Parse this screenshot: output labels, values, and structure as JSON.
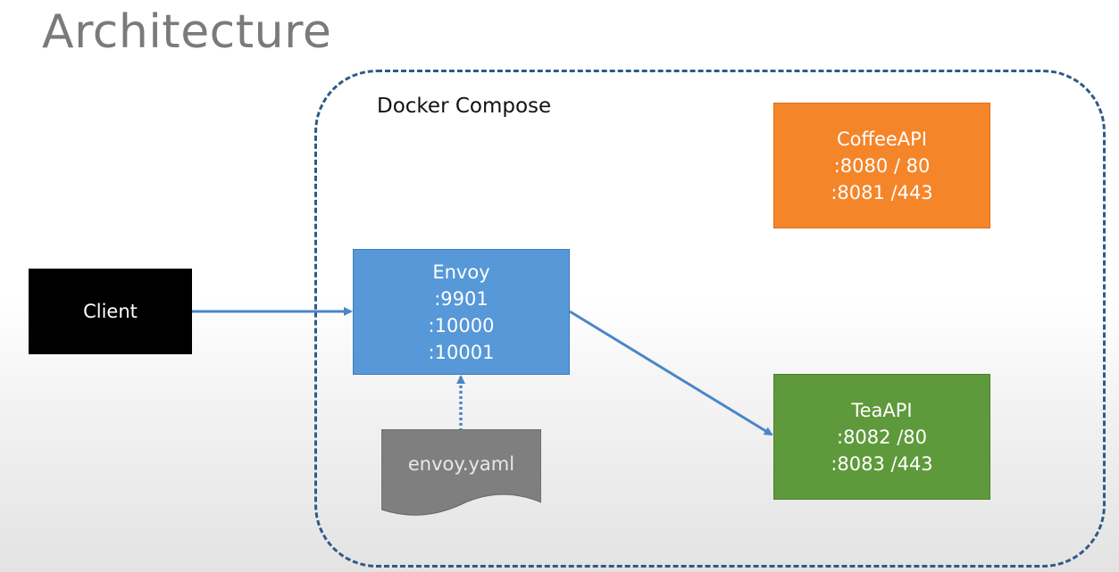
{
  "title": "Architecture",
  "compose": {
    "label": "Docker Compose"
  },
  "client": {
    "label": "Client"
  },
  "envoy": {
    "lines": [
      "Envoy",
      ":9901",
      ":10000",
      ":10001"
    ]
  },
  "config_file": {
    "label": "envoy.yaml"
  },
  "coffee_api": {
    "lines": [
      "CoffeeAPI",
      ":8080 / 80",
      ":8081 /443"
    ]
  },
  "tea_api": {
    "lines": [
      "TeaAPI",
      ":8082 /80",
      ":8083 /443"
    ]
  },
  "colors": {
    "client": "#000000",
    "envoy": "#5698d8",
    "coffee_api": "#f58529",
    "tea_api": "#5e9a3b",
    "config_file": "#7f7f7f",
    "compose_border": "#2f5a8a",
    "connector": "#4a86c8"
  }
}
